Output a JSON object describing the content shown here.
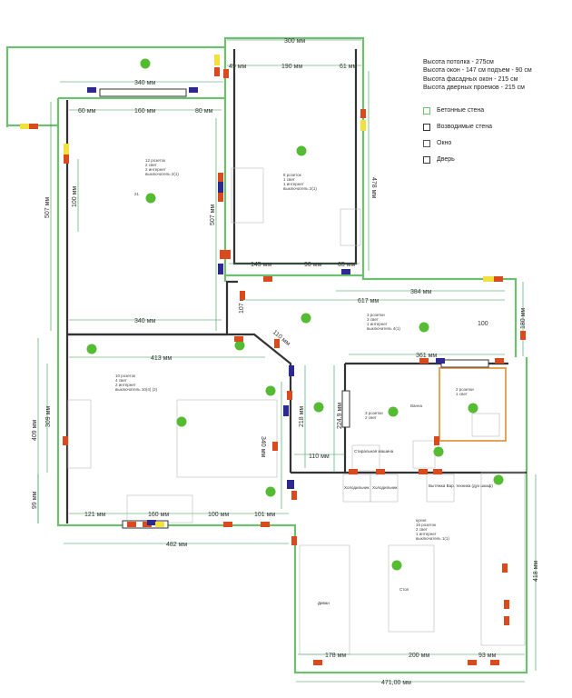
{
  "info": [
    "Высота потолка - 275см",
    "Высота окон - 147 см подъем - 90 см",
    "Высота фасадных окон - 215 см",
    "Высота дверных проемов - 215 см"
  ],
  "legend": [
    {
      "label": "Бетонные стена",
      "color": "#6fbf73"
    },
    {
      "label": "Возводимые стена",
      "color": "#333333"
    },
    {
      "label": "Окно",
      "color": "#555555"
    },
    {
      "label": "Дверь",
      "color": "#333333"
    }
  ],
  "dimensions": [
    "300 мм",
    "49 мм",
    "190 мм",
    "61 мм",
    "340 мм",
    "60 мм",
    "160 мм",
    "80 мм",
    "478 мм",
    "507 мм",
    "100 мм",
    "507 мм",
    "145 мм",
    "90 мм",
    "65 мм",
    "340 мм",
    "384 мм",
    "617 мм",
    "107 мм",
    "180 мм",
    "100",
    "413 мм",
    "110 мм",
    "361 мм",
    "309 мм",
    "409 мм",
    "218 мм",
    "224.9 мм",
    "340 мм",
    "110 мм",
    "99 мм",
    "121 мм",
    "160 мм",
    "100 мм",
    "101 мм",
    "482 мм",
    "418 мм",
    "178 мм",
    "200 мм",
    "93 мм",
    "471,00 мм"
  ],
  "rooms": {
    "room1": [
      "12 розеток",
      "2 свет",
      "2 интернет",
      "выключатель 2(1)"
    ],
    "room1_mark": "21",
    "room2": [
      "8 розеток",
      "1 свет",
      "1 интернет",
      "выключатель 2(1)"
    ],
    "room3": [
      "3 розетки",
      "3 свет",
      "1 интернет",
      "выключатель 4(1)"
    ],
    "room4": [
      "10 розеток",
      "4 свет",
      "2 интернет",
      "выключатель 10(4) (2)"
    ],
    "corridor": [
      "3 розетки",
      "2 свет"
    ],
    "bath_label": "Ванна",
    "wc": [
      "2 розетки",
      "1 свет"
    ],
    "kitchen": [
      "кухня",
      "16 розеток",
      "2 свет",
      "1 интернет",
      "выключатель 1(1)"
    ]
  },
  "furniture_labels": [
    "Стиральная машина",
    "Холодильник",
    "Холодильник",
    "Вытяжка Вар. техника (дух шкаф)",
    "Диван",
    "Стол"
  ],
  "colors": {
    "concrete": "#6fbf73",
    "wall": "#333333",
    "socket": "#d94a1e",
    "switch": "#2d2a8f",
    "light": "#f2e03c",
    "lamp": "#55bb33"
  }
}
